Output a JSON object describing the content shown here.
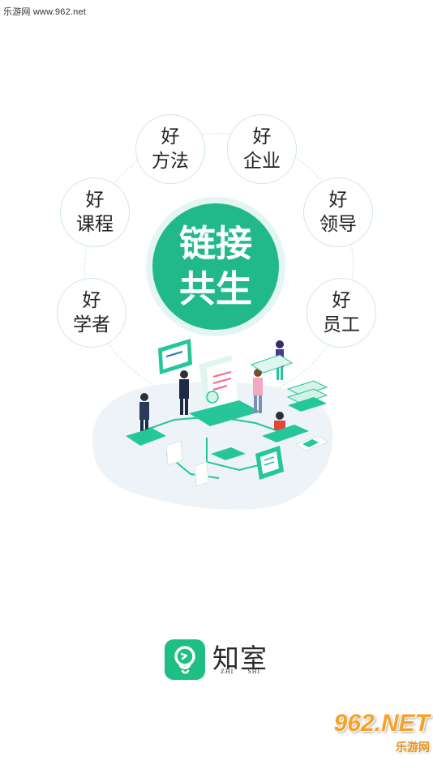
{
  "watermark": {
    "top_text": "乐游网 www.962.net",
    "bottom_main": "962.NET",
    "bottom_sub": "乐游网"
  },
  "bubbles": {
    "methods": {
      "line1": "好",
      "line2": "方法"
    },
    "enterprise": {
      "line1": "好",
      "line2": "企业"
    },
    "courses": {
      "line1": "好",
      "line2": "课程"
    },
    "leaders": {
      "line1": "好",
      "line2": "领导"
    },
    "scholars": {
      "line1": "好",
      "line2": "学者"
    },
    "employees": {
      "line1": "好",
      "line2": "员工"
    }
  },
  "center": {
    "line1": "链接",
    "line2": "共生"
  },
  "brand": {
    "name": "知室",
    "pinyin": "ZHI SHI"
  },
  "colors": {
    "accent": "#22b98a",
    "logo": "#1fbf83",
    "watermark": "#f4a32a"
  }
}
